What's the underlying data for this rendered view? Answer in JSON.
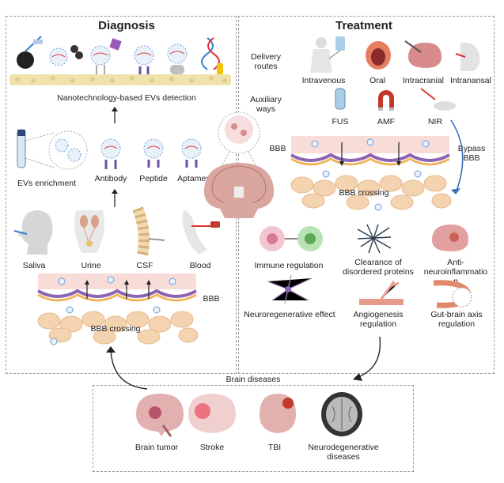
{
  "diagnosis": {
    "title": "Diagnosis",
    "detection_label": "Nanotechnology-based EVs detection",
    "enrichment_label": "EVs enrichment",
    "probes": [
      "Antibody",
      "Peptide",
      "Aptamer"
    ],
    "samples": [
      "Saliva",
      "Urine",
      "CSF",
      "Blood"
    ],
    "bbb_label": "BBB",
    "crossing_label": "BBB crossing"
  },
  "treatment": {
    "title": "Treatment",
    "delivery_routes_label": "Delivery routes",
    "routes": [
      "Intravenous",
      "Oral",
      "Intracranial",
      "Intranansal"
    ],
    "auxiliary_label": "Auxiliary ways",
    "auxiliary": [
      "FUS",
      "AMF",
      "NIR"
    ],
    "bypass_label": "Bypass BBB",
    "bbb_label": "BBB",
    "crossing_label": "BBB crossing",
    "effects": [
      "Immune regulation",
      "Clearance of disordered proteins",
      "Anti-neuroinflammation",
      "Neuroregenerative effect",
      "Angiogenesis regulation",
      "Gut-brain axis regulation"
    ]
  },
  "brain_diseases": {
    "title": "Brain diseases",
    "items": [
      "Brain tumor",
      "Stroke",
      "TBI",
      "Neurodegenerative diseases"
    ]
  }
}
